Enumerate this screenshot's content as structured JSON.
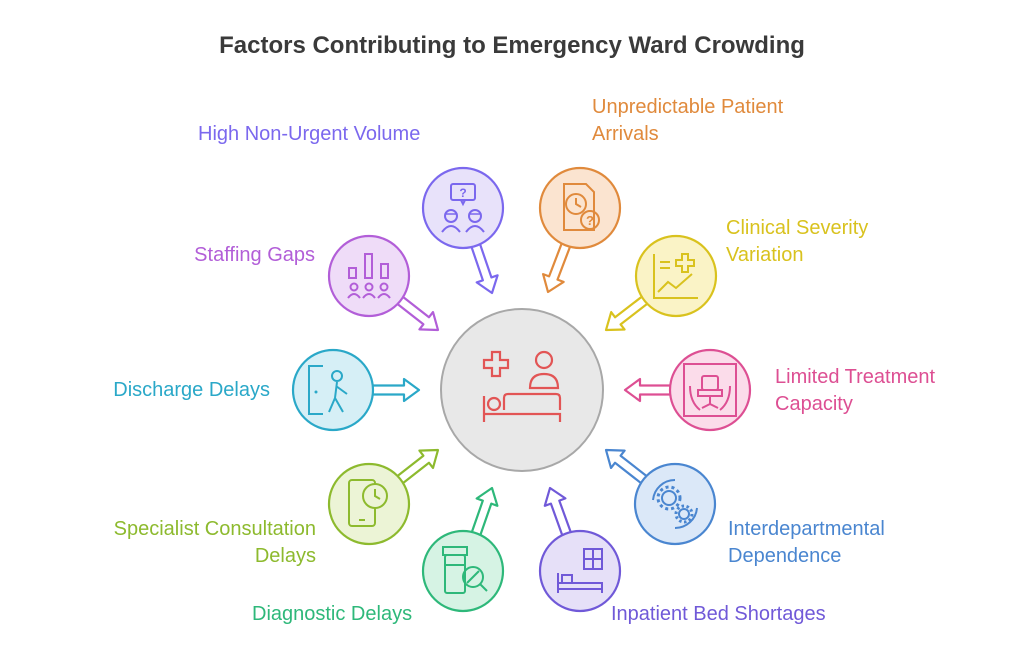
{
  "title": "Factors Contributing to Emergency Ward Crowding",
  "center": {
    "icon": "hospital-bed-patient-icon",
    "fill": "#e8e8e8",
    "stroke": "#a8a8a8",
    "icon_color": "#e25555"
  },
  "factors": [
    {
      "id": "high-non-urgent-volume",
      "lines": [
        "High Non-Urgent Volume"
      ],
      "color": "#7b68ee",
      "fill": "#e8e2fa",
      "icon": "question-people-icon"
    },
    {
      "id": "unpredictable-patient-arrivals",
      "lines": [
        "Unpredictable Patient",
        "Arrivals"
      ],
      "color": "#e08a3c",
      "fill": "#fbe4d0",
      "icon": "clock-question-document-icon"
    },
    {
      "id": "clinical-severity-variation",
      "lines": [
        "Clinical Severity",
        "Variation"
      ],
      "color": "#d9c21e",
      "fill": "#faf3c6",
      "icon": "medical-chart-icon"
    },
    {
      "id": "limited-treatment-capacity",
      "lines": [
        "Limited Treatment",
        "Capacity"
      ],
      "color": "#dd4f93",
      "fill": "#fbdcea",
      "icon": "treatment-chair-icon"
    },
    {
      "id": "interdepartmental-dependence",
      "lines": [
        "Interdepartmental",
        "Dependence"
      ],
      "color": "#4a86d0",
      "fill": "#dbe8f8",
      "icon": "gears-cycle-icon"
    },
    {
      "id": "inpatient-bed-shortages",
      "lines": [
        "Inpatient Bed Shortages"
      ],
      "color": "#7059d8",
      "fill": "#e6e0f8",
      "icon": "hospital-bed-icon"
    },
    {
      "id": "diagnostic-delays",
      "lines": [
        "Diagnostic Delays"
      ],
      "color": "#2eb87a",
      "fill": "#d6f3e4",
      "icon": "pill-bottle-icon"
    },
    {
      "id": "specialist-consultation-delays",
      "lines": [
        "Specialist Consultation",
        "Delays"
      ],
      "color": "#8dba2e",
      "fill": "#ecf4d6",
      "icon": "phone-clock-icon"
    },
    {
      "id": "discharge-delays",
      "lines": [
        "Discharge Delays"
      ],
      "color": "#2aa8c8",
      "fill": "#d6eff6",
      "icon": "exit-door-icon"
    },
    {
      "id": "staffing-gaps",
      "lines": [
        "Staffing Gaps"
      ],
      "color": "#b25ed8",
      "fill": "#efdcf8",
      "icon": "staff-bar-chart-icon"
    }
  ]
}
